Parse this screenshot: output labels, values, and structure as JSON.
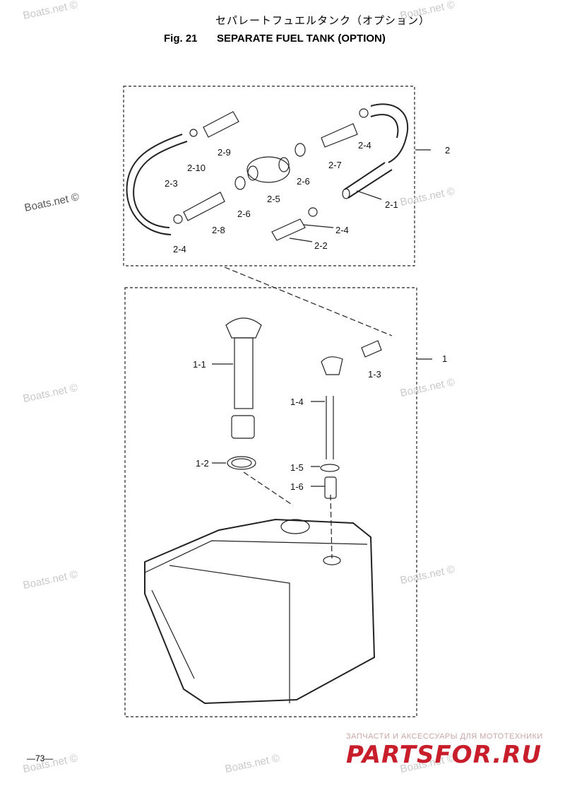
{
  "header": {
    "jp_title": "セパレートフュエルタンク（オプション）",
    "fig_label": "Fig. 21",
    "en_title": "SEPARATE FUEL TANK (OPTION)"
  },
  "watermark_text": "Boats.net ©",
  "callouts": {
    "group_hose": "2",
    "group_tank": "1",
    "p2_1": "2-1",
    "p2_2": "2-2",
    "p2_3": "2-3",
    "p2_4a": "2-4",
    "p2_4b": "2-4",
    "p2_4c": "2-4",
    "p2_5": "2-5",
    "p2_6a": "2-6",
    "p2_6b": "2-6",
    "p2_7": "2-7",
    "p2_8": "2-8",
    "p2_9": "2-9",
    "p2_10": "2-10",
    "p1_1": "1-1",
    "p1_2": "1-2",
    "p1_3": "1-3",
    "p1_4": "1-4",
    "p1_5": "1-5",
    "p1_6": "1-6"
  },
  "footer": {
    "page_number": "—73—",
    "brand_subtitle": "ЗАПЧАСТИ И АКСЕССУАРЫ ДЛЯ МОТОТЕХНИКИ",
    "brand_name": "PARTSFOR.RU"
  },
  "colors": {
    "line": "#222222",
    "watermark": "#c8c8c8",
    "brand": "#c81e2c"
  }
}
